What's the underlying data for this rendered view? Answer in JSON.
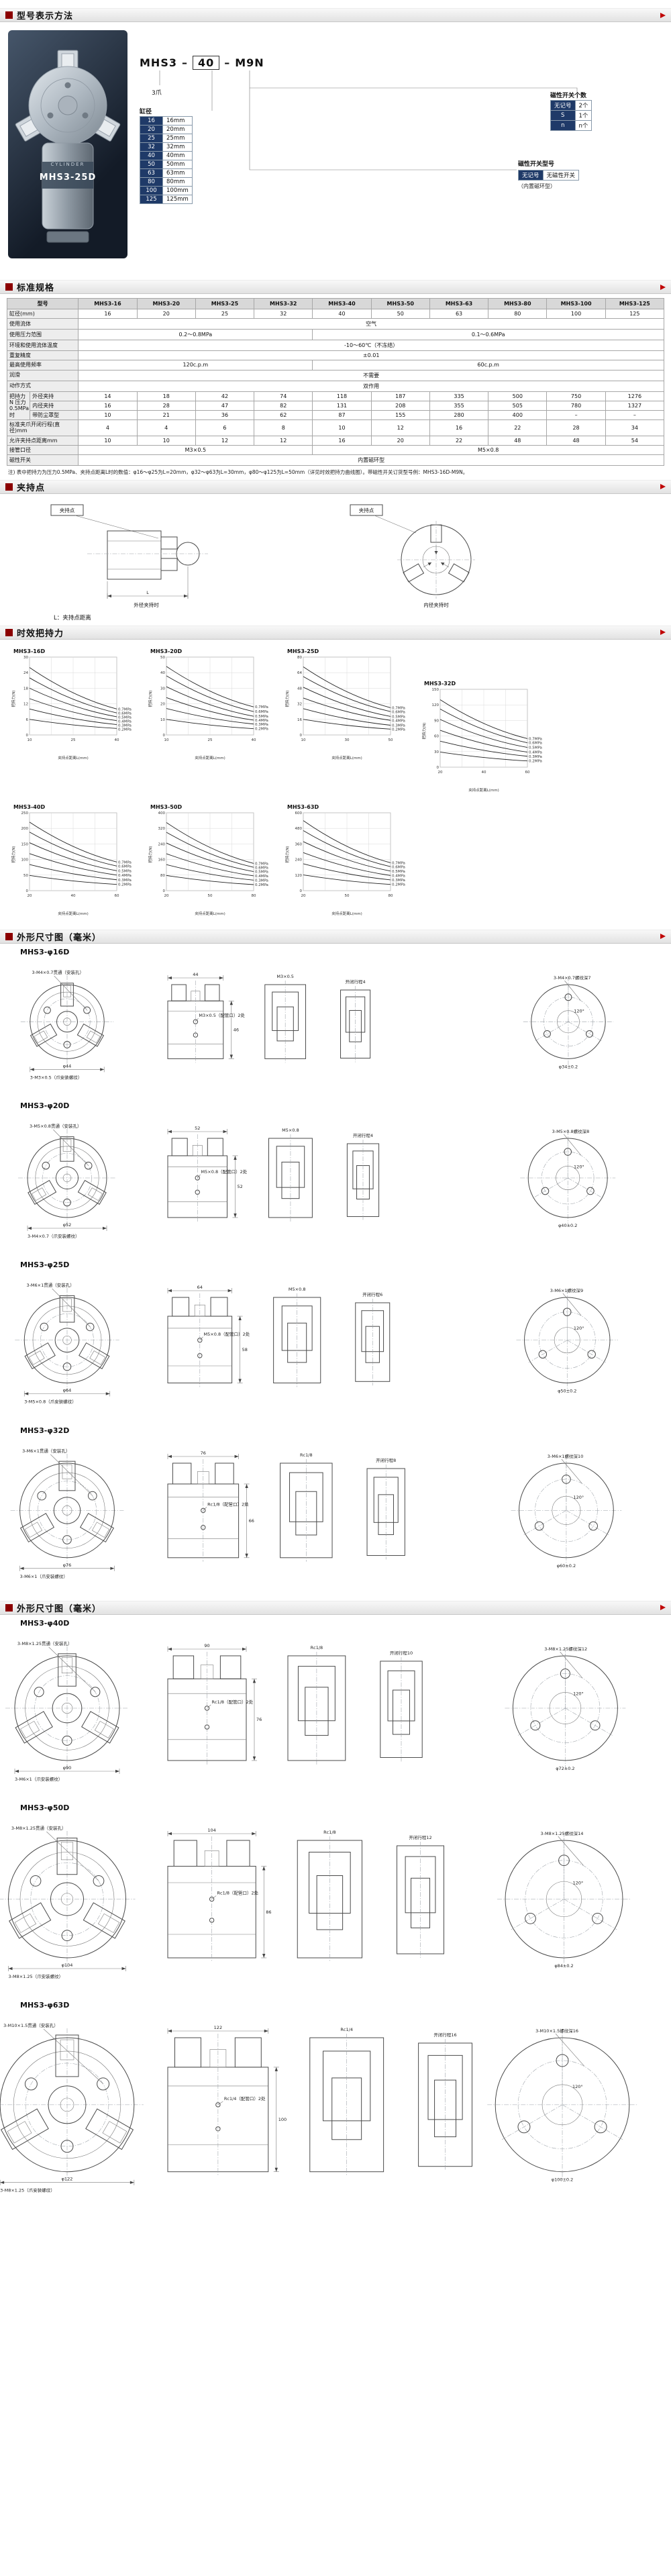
{
  "page": {
    "accent": "#8b0000",
    "navy": "#1f3a68"
  },
  "sections": [
    {
      "title": "型号表示方法"
    },
    {
      "title": "标准规格"
    },
    {
      "title": "夹持点"
    },
    {
      "title": "时效把持力"
    },
    {
      "title": "外形尺寸图（毫米）"
    },
    {
      "title": "外形尺寸图（毫米）"
    }
  ],
  "model": {
    "photo_label": "MHS3-25D",
    "photo_brand": "CYLINDER",
    "code": {
      "series": "MHS3",
      "dash1": "–",
      "bore": "40",
      "dash2": "–",
      "switch": "M9N"
    },
    "claw_note": "3爪",
    "bore": {
      "label": "缸径",
      "rows": [
        {
          "code": "16",
          "size": "16mm"
        },
        {
          "code": "20",
          "size": "20mm"
        },
        {
          "code": "25",
          "size": "25mm"
        },
        {
          "code": "32",
          "size": "32mm"
        },
        {
          "code": "40",
          "size": "40mm"
        },
        {
          "code": "50",
          "size": "50mm"
        },
        {
          "code": "63",
          "size": "63mm"
        },
        {
          "code": "80",
          "size": "80mm"
        },
        {
          "code": "100",
          "size": "100mm"
        },
        {
          "code": "125",
          "size": "125mm"
        }
      ]
    },
    "qty": {
      "label": "磁性开关个数",
      "rows": [
        {
          "code": "无记号",
          "val": "2个"
        },
        {
          "code": "S",
          "val": "1个"
        },
        {
          "code": "n",
          "val": "n个"
        }
      ]
    },
    "switch": {
      "label": "磁性开关型号",
      "rows": [
        {
          "code": "无记号",
          "val": "无磁性开关"
        }
      ],
      "note": "（内置磁环型）"
    }
  },
  "specs": {
    "note": "注) 表中把持力为压力0.5MPa、夹持点距离L时的数值：φ16～φ25为L=20mm，φ32～φ63为L=30mm，φ80～φ125为L=50mm（详见时效把持力曲线图）。带磁性开关订货型号例：MHS3-16D-M9N。",
    "table": [
      [
        {
          "t": "型号",
          "c": 2
        },
        {
          "t": "MHS3-16"
        },
        {
          "t": "MHS3-20"
        },
        {
          "t": "MHS3-25"
        },
        {
          "t": "MHS3-32"
        },
        {
          "t": "MHS3-40"
        },
        {
          "t": "MHS3-50"
        },
        {
          "t": "MHS3-63"
        },
        {
          "t": "MHS3-80"
        },
        {
          "t": "MHS3-100"
        },
        {
          "t": "MHS3-125"
        }
      ],
      [
        {
          "t": "缸径(mm)",
          "c": 2,
          "h": 1
        },
        {
          "t": "16"
        },
        {
          "t": "20"
        },
        {
          "t": "25"
        },
        {
          "t": "32"
        },
        {
          "t": "40"
        },
        {
          "t": "50"
        },
        {
          "t": "63"
        },
        {
          "t": "80"
        },
        {
          "t": "100"
        },
        {
          "t": "125"
        }
      ],
      [
        {
          "t": "使用流体",
          "c": 2,
          "h": 1
        },
        {
          "t": "空气",
          "c": 10
        }
      ],
      [
        {
          "t": "使用压力范围",
          "c": 2,
          "h": 1
        },
        {
          "t": "0.2～0.8MPa",
          "c": 4
        },
        {
          "t": "0.1～0.6MPa",
          "c": 6
        }
      ],
      [
        {
          "t": "环境和使用流体温度",
          "c": 2,
          "h": 1
        },
        {
          "t": "-10～60℃（不冻结）",
          "c": 10
        }
      ],
      [
        {
          "t": "重复精度",
          "c": 2,
          "h": 1
        },
        {
          "t": "±0.01",
          "c": 10
        }
      ],
      [
        {
          "t": "最高使用频率",
          "c": 2,
          "h": 1
        },
        {
          "t": "120c.p.m",
          "c": 4
        },
        {
          "t": "60c.p.m",
          "c": 6
        }
      ],
      [
        {
          "t": "润滑",
          "c": 2,
          "h": 1
        },
        {
          "t": "不需要",
          "c": 10
        }
      ],
      [
        {
          "t": "动作方式",
          "c": 2,
          "h": 1
        },
        {
          "t": "双作用",
          "c": 10
        }
      ],
      [
        {
          "t": "把持力N 压力0.5MPa时",
          "r": 3,
          "h": 1
        },
        {
          "t": "外径夹持",
          "h": 1
        },
        {
          "t": "14"
        },
        {
          "t": "18"
        },
        {
          "t": "42"
        },
        {
          "t": "74"
        },
        {
          "t": "118"
        },
        {
          "t": "187"
        },
        {
          "t": "335"
        },
        {
          "t": "500"
        },
        {
          "t": "750"
        },
        {
          "t": "1276"
        }
      ],
      [
        {
          "t": "内径夹持",
          "h": 1
        },
        {
          "t": "16"
        },
        {
          "t": "28"
        },
        {
          "t": "47"
        },
        {
          "t": "82"
        },
        {
          "t": "131"
        },
        {
          "t": "208"
        },
        {
          "t": "355"
        },
        {
          "t": "505"
        },
        {
          "t": "780"
        },
        {
          "t": "1327"
        }
      ],
      [
        {
          "t": "带防尘罩型",
          "h": 1
        },
        {
          "t": "10"
        },
        {
          "t": "21"
        },
        {
          "t": "36"
        },
        {
          "t": "62"
        },
        {
          "t": "87"
        },
        {
          "t": "155"
        },
        {
          "t": "280"
        },
        {
          "t": "400"
        },
        {
          "t": "–"
        },
        {
          "t": "–"
        }
      ],
      [
        {
          "t": "标准夹爪开闭行程(直径)mm",
          "c": 2,
          "h": 1
        },
        {
          "t": "4"
        },
        {
          "t": "4"
        },
        {
          "t": "6"
        },
        {
          "t": "8"
        },
        {
          "t": "10"
        },
        {
          "t": "12"
        },
        {
          "t": "16"
        },
        {
          "t": "22"
        },
        {
          "t": "28"
        },
        {
          "t": "34"
        }
      ],
      [
        {
          "t": "允许夹持点距离mm",
          "c": 2,
          "h": 1
        },
        {
          "t": "10"
        },
        {
          "t": "10"
        },
        {
          "t": "12"
        },
        {
          "t": "12"
        },
        {
          "t": "16"
        },
        {
          "t": "20"
        },
        {
          "t": "22"
        },
        {
          "t": "48"
        },
        {
          "t": "48"
        },
        {
          "t": "54"
        }
      ],
      [
        {
          "t": "接管口径",
          "c": 2,
          "h": 1
        },
        {
          "t": "M3×0.5",
          "c": 4
        },
        {
          "t": "M5×0.8",
          "c": 6
        }
      ],
      [
        {
          "t": "磁性开关",
          "c": 2,
          "h": 1
        },
        {
          "t": "内置磁环型",
          "c": 10
        }
      ]
    ]
  },
  "grip_point": {
    "tag": "夹持点",
    "cap_left": "外径夹持时",
    "cap_right": "内径夹持时",
    "dim_label": "L",
    "note": "L：夹持点距离"
  },
  "grip_force": {
    "xlabel": "夹持点距离L(mm)",
    "ylabel": "把持力(N)",
    "legend": [
      "0.7MPa",
      "0.6MPa",
      "0.5MPa",
      "0.4MPa",
      "0.3MPa",
      "0.2MPa"
    ],
    "charts": [
      {
        "name": "MHS3-16D",
        "x": [
          10,
          40
        ],
        "ymax": 30,
        "series": [
          [
            26,
            10
          ],
          [
            22,
            8.5
          ],
          [
            18,
            7
          ],
          [
            14,
            5.5
          ],
          [
            10,
            4
          ],
          [
            6,
            2.5
          ]
        ]
      },
      {
        "name": "MHS3-20D",
        "x": [
          10,
          40
        ],
        "ymax": 50,
        "series": [
          [
            44,
            18
          ],
          [
            38,
            15
          ],
          [
            31,
            12
          ],
          [
            24,
            9.5
          ],
          [
            17,
            7
          ],
          [
            10,
            4
          ]
        ]
      },
      {
        "name": "MHS3-25D",
        "x": [
          10,
          50
        ],
        "ymax": 80,
        "series": [
          [
            70,
            28
          ],
          [
            60,
            24
          ],
          [
            49,
            19
          ],
          [
            38,
            15
          ],
          [
            27,
            10
          ],
          [
            16,
            6
          ]
        ]
      },
      {
        "name": "MHS3-32D",
        "x": [
          20,
          60
        ],
        "ymax": 150,
        "series": [
          [
            130,
            55
          ],
          [
            112,
            47
          ],
          [
            92,
            38
          ],
          [
            71,
            29
          ],
          [
            50,
            21
          ],
          [
            29,
            12
          ]
        ]
      },
      {
        "name": "MHS3-40D",
        "x": [
          20,
          60
        ],
        "ymax": 250,
        "series": [
          [
            220,
            92
          ],
          [
            188,
            79
          ],
          [
            154,
            64
          ],
          [
            119,
            50
          ],
          [
            84,
            35
          ],
          [
            49,
            20
          ]
        ]
      },
      {
        "name": "MHS3-50D",
        "x": [
          20,
          80
        ],
        "ymax": 400,
        "series": [
          [
            350,
            140
          ],
          [
            300,
            120
          ],
          [
            245,
            98
          ],
          [
            190,
            76
          ],
          [
            134,
            54
          ],
          [
            78,
            31
          ]
        ]
      },
      {
        "name": "MHS3-63D",
        "x": [
          20,
          80
        ],
        "ymax": 600,
        "series": [
          [
            540,
            215
          ],
          [
            463,
            185
          ],
          [
            378,
            151
          ],
          [
            293,
            117
          ],
          [
            207,
            83
          ],
          [
            121,
            48
          ]
        ]
      }
    ]
  },
  "dims1": {
    "blocks": [
      {
        "name": "MHS3-φ16D",
        "bore": 16,
        "dia": "φ44",
        "w": "44",
        "h": "46",
        "port": "M3×0.5（配管口）2处",
        "mount": "3-M4×0.7贯通（安装孔）",
        "jaw": "3-M3×0.5（爪安装螺纹）",
        "sec": "M3×0.5",
        "stroke": "开闭行程4",
        "rear_bolt": "3-M4×0.7螺纹深7",
        "bcd": "φ34±0.2",
        "angle": "120°"
      },
      {
        "name": "MHS3-φ20D",
        "bore": 20,
        "dia": "φ52",
        "w": "52",
        "h": "52",
        "port": "M5×0.8（配管口）2处",
        "mount": "3-M5×0.8贯通（安装孔）",
        "jaw": "3-M4×0.7（爪安装螺纹）",
        "sec": "M5×0.8",
        "stroke": "开闭行程4",
        "rear_bolt": "3-M5×0.8螺纹深8",
        "bcd": "φ40±0.2",
        "angle": "120°"
      },
      {
        "name": "MHS3-φ25D",
        "bore": 25,
        "dia": "φ64",
        "w": "64",
        "h": "58",
        "port": "M5×0.8（配管口）2处",
        "mount": "3-M6×1贯通（安装孔）",
        "jaw": "3-M5×0.8（爪安装螺纹）",
        "sec": "M5×0.8",
        "stroke": "开闭行程6",
        "rear_bolt": "3-M6×1螺纹深9",
        "bcd": "φ50±0.2",
        "angle": "120°"
      },
      {
        "name": "MHS3-φ32D",
        "bore": 32,
        "dia": "φ76",
        "w": "76",
        "h": "66",
        "port": "Rc1/8（配管口）2处",
        "mount": "3-M6×1贯通（安装孔）",
        "jaw": "3-M6×1（爪安装螺纹）",
        "sec": "Rc1/8",
        "stroke": "开闭行程8",
        "rear_bolt": "3-M6×1螺纹深10",
        "bcd": "φ60±0.2",
        "angle": "120°"
      }
    ]
  },
  "dims2": {
    "blocks": [
      {
        "name": "MHS3-φ40D",
        "bore": 40,
        "dia": "φ90",
        "w": "90",
        "h": "76",
        "port": "Rc1/8（配管口）2处",
        "mount": "3-M8×1.25贯通（安装孔）",
        "jaw": "3-M6×1（爪安装螺纹）",
        "sec": "Rc1/8",
        "stroke": "开闭行程10",
        "rear_bolt": "3-M8×1.25螺纹深12",
        "bcd": "φ72±0.2",
        "angle": "120°"
      },
      {
        "name": "MHS3-φ50D",
        "bore": 50,
        "dia": "φ104",
        "w": "104",
        "h": "86",
        "port": "Rc1/8（配管口）2处",
        "mount": "3-M8×1.25贯通（安装孔）",
        "jaw": "3-M8×1.25（爪安装螺纹）",
        "sec": "Rc1/8",
        "stroke": "开闭行程12",
        "rear_bolt": "3-M8×1.25螺纹深14",
        "bcd": "φ84±0.2",
        "angle": "120°"
      },
      {
        "name": "MHS3-φ63D",
        "bore": 63,
        "dia": "φ122",
        "w": "122",
        "h": "100",
        "port": "Rc1/4（配管口）2处",
        "mount": "3-M10×1.5贯通（安装孔）",
        "jaw": "3-M8×1.25（爪安装螺纹）",
        "sec": "Rc1/4",
        "stroke": "开闭行程16",
        "rear_bolt": "3-M10×1.5螺纹深16",
        "bcd": "φ100±0.2",
        "angle": "120°"
      }
    ]
  }
}
